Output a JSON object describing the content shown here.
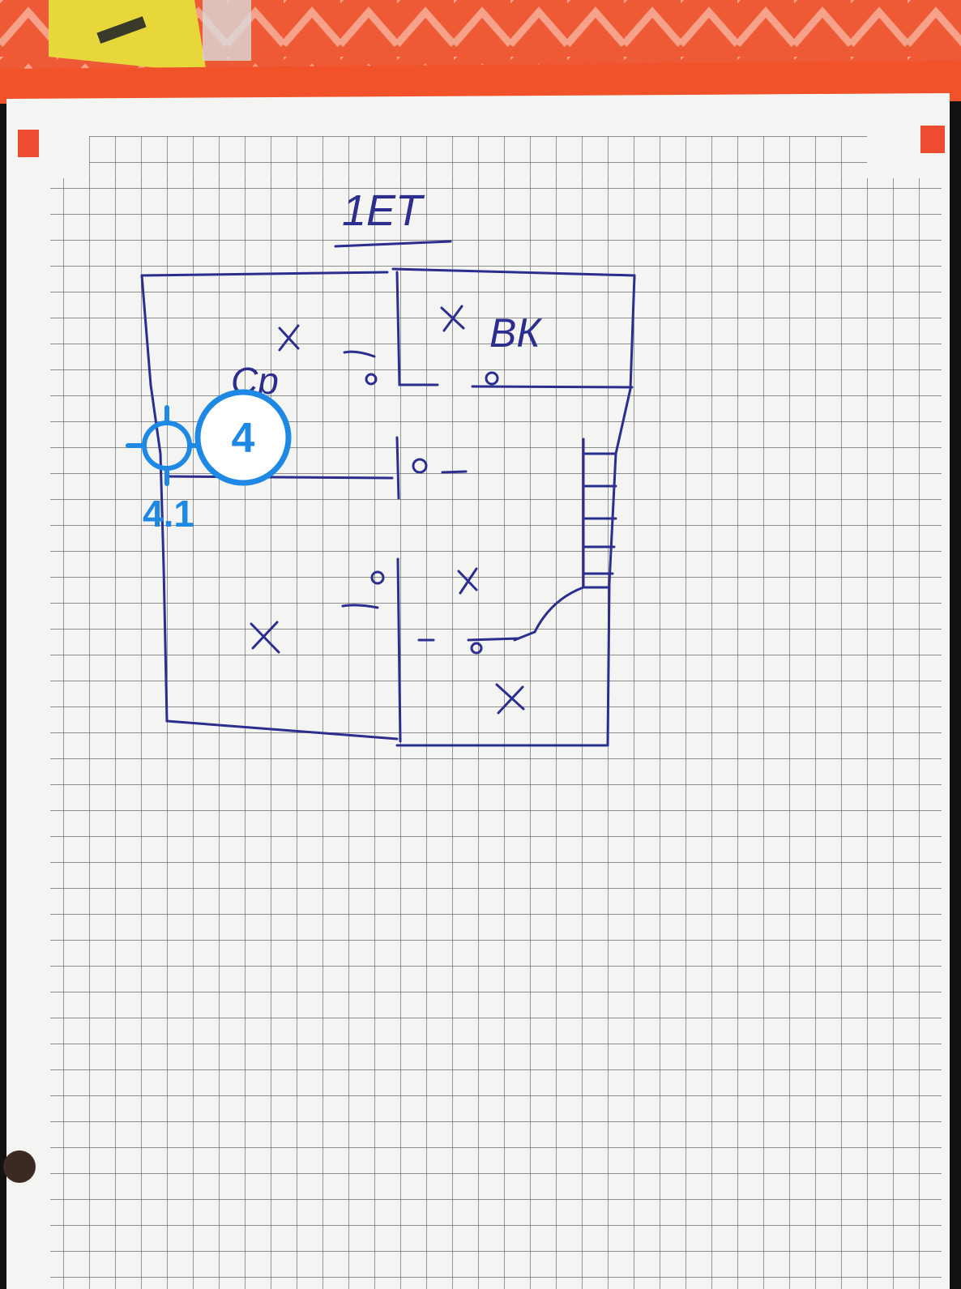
{
  "sketch": {
    "heading": "1ЕТ",
    "labels": {
      "bathroom": "ВК",
      "bedroom": "Ср"
    }
  },
  "marker": {
    "number": "4",
    "sublabel": "4.1",
    "color": "#1E88E5"
  },
  "colors": {
    "ink": "#2B2E8F",
    "grid": "#6b6b6b",
    "paper": "#F4F4F2",
    "tape": "#F2522A",
    "pattern_light": "#F6A189"
  }
}
